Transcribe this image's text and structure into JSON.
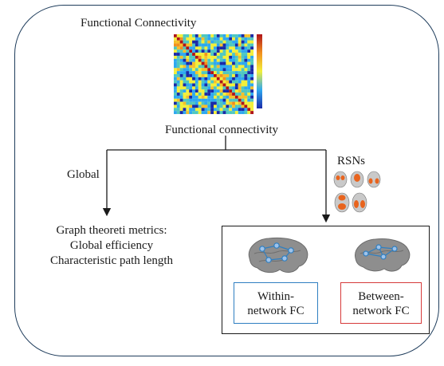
{
  "texts": {
    "title": "Functional Connectivity",
    "fc_label": "Functional connectivity",
    "global_label": "Global",
    "rsns_label": "RSNs",
    "metrics": {
      "line1": "Graph theoreti metrics:",
      "line2": "Global efficiency",
      "line3": "Characteristic path length"
    },
    "within": {
      "line1": "Within-",
      "line2": "network FC"
    },
    "between": {
      "line1": "Between-",
      "line2": "network FC"
    }
  },
  "colors": {
    "frame": "#1f3d5c",
    "within_border": "#2f7fc1",
    "between_border": "#d63a3a",
    "node": "#7aa7d8",
    "brain": "#8e8e8e"
  },
  "icons": {
    "matrix": "connectivity-matrix-heatmap",
    "rsn_maps": "brain-slice-icons",
    "brains": "cortical-surface-network"
  }
}
